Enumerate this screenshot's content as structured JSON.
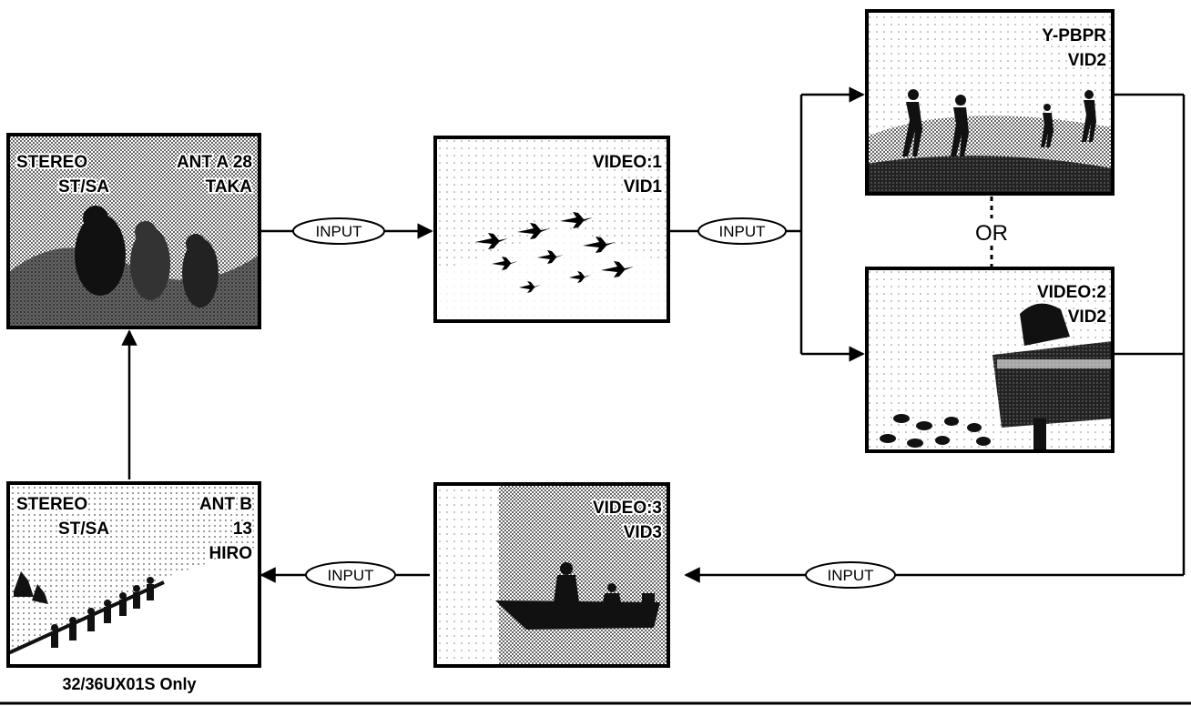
{
  "screens": {
    "ant_a": {
      "line1_left": "STEREO",
      "line2_left": "ST/SA",
      "line1_right": "ANT A 28",
      "line2_right": "TAKA",
      "scene": "sea-lions"
    },
    "video1": {
      "line1_right": "VIDEO:1",
      "line2_right": "VID1",
      "scene": "jets"
    },
    "ypbpr": {
      "line1_right": "Y-PBPR",
      "line2_right": "VID2",
      "scene": "hikers-beach"
    },
    "video2": {
      "line1_right": "VIDEO:2",
      "line2_right": "VID2",
      "scene": "pier-ducks"
    },
    "video3": {
      "line1_right": "VIDEO:3",
      "line2_right": "VID3",
      "scene": "boat"
    },
    "ant_b": {
      "line1_left": "STEREO",
      "line2_left": "ST/SA",
      "line1_right": "ANT B",
      "line2_right": "13",
      "line3_right": "HIRO",
      "scene": "mountain-climbers"
    }
  },
  "connectors": {
    "input_label": "INPUT",
    "or_label": "OR"
  },
  "caption": "32/36UX01S Only"
}
